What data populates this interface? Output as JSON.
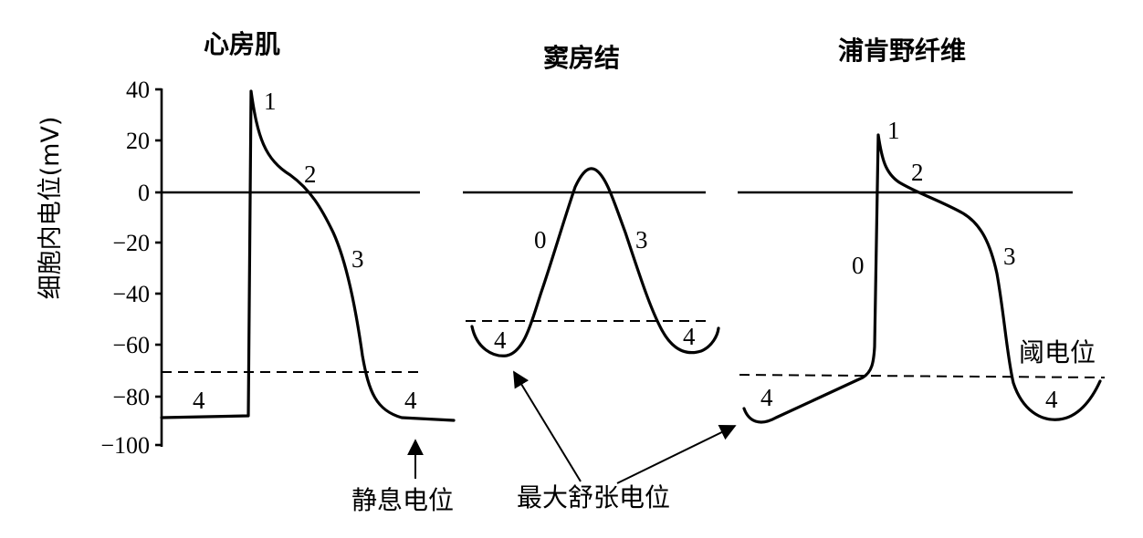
{
  "panels": [
    {
      "title": "心房肌"
    },
    {
      "title": "窦房结"
    },
    {
      "title": "浦肯野纤维"
    }
  ],
  "axis": {
    "ylabel": "细胞内电位(mV)",
    "ticks": [
      "40",
      "20",
      "0",
      "−20",
      "−40",
      "−60",
      "−80",
      "−100"
    ]
  },
  "phases": {
    "atrial": [
      "1",
      "2",
      "3",
      "4",
      "4"
    ],
    "sinoatrial": [
      "0",
      "3",
      "4",
      "4"
    ],
    "purkinje": [
      "1",
      "2",
      "0",
      "3",
      "4",
      "4"
    ]
  },
  "annotations": {
    "resting": "静息电位",
    "max_diastolic": "最大舒张电位",
    "threshold": "阈电位"
  }
}
